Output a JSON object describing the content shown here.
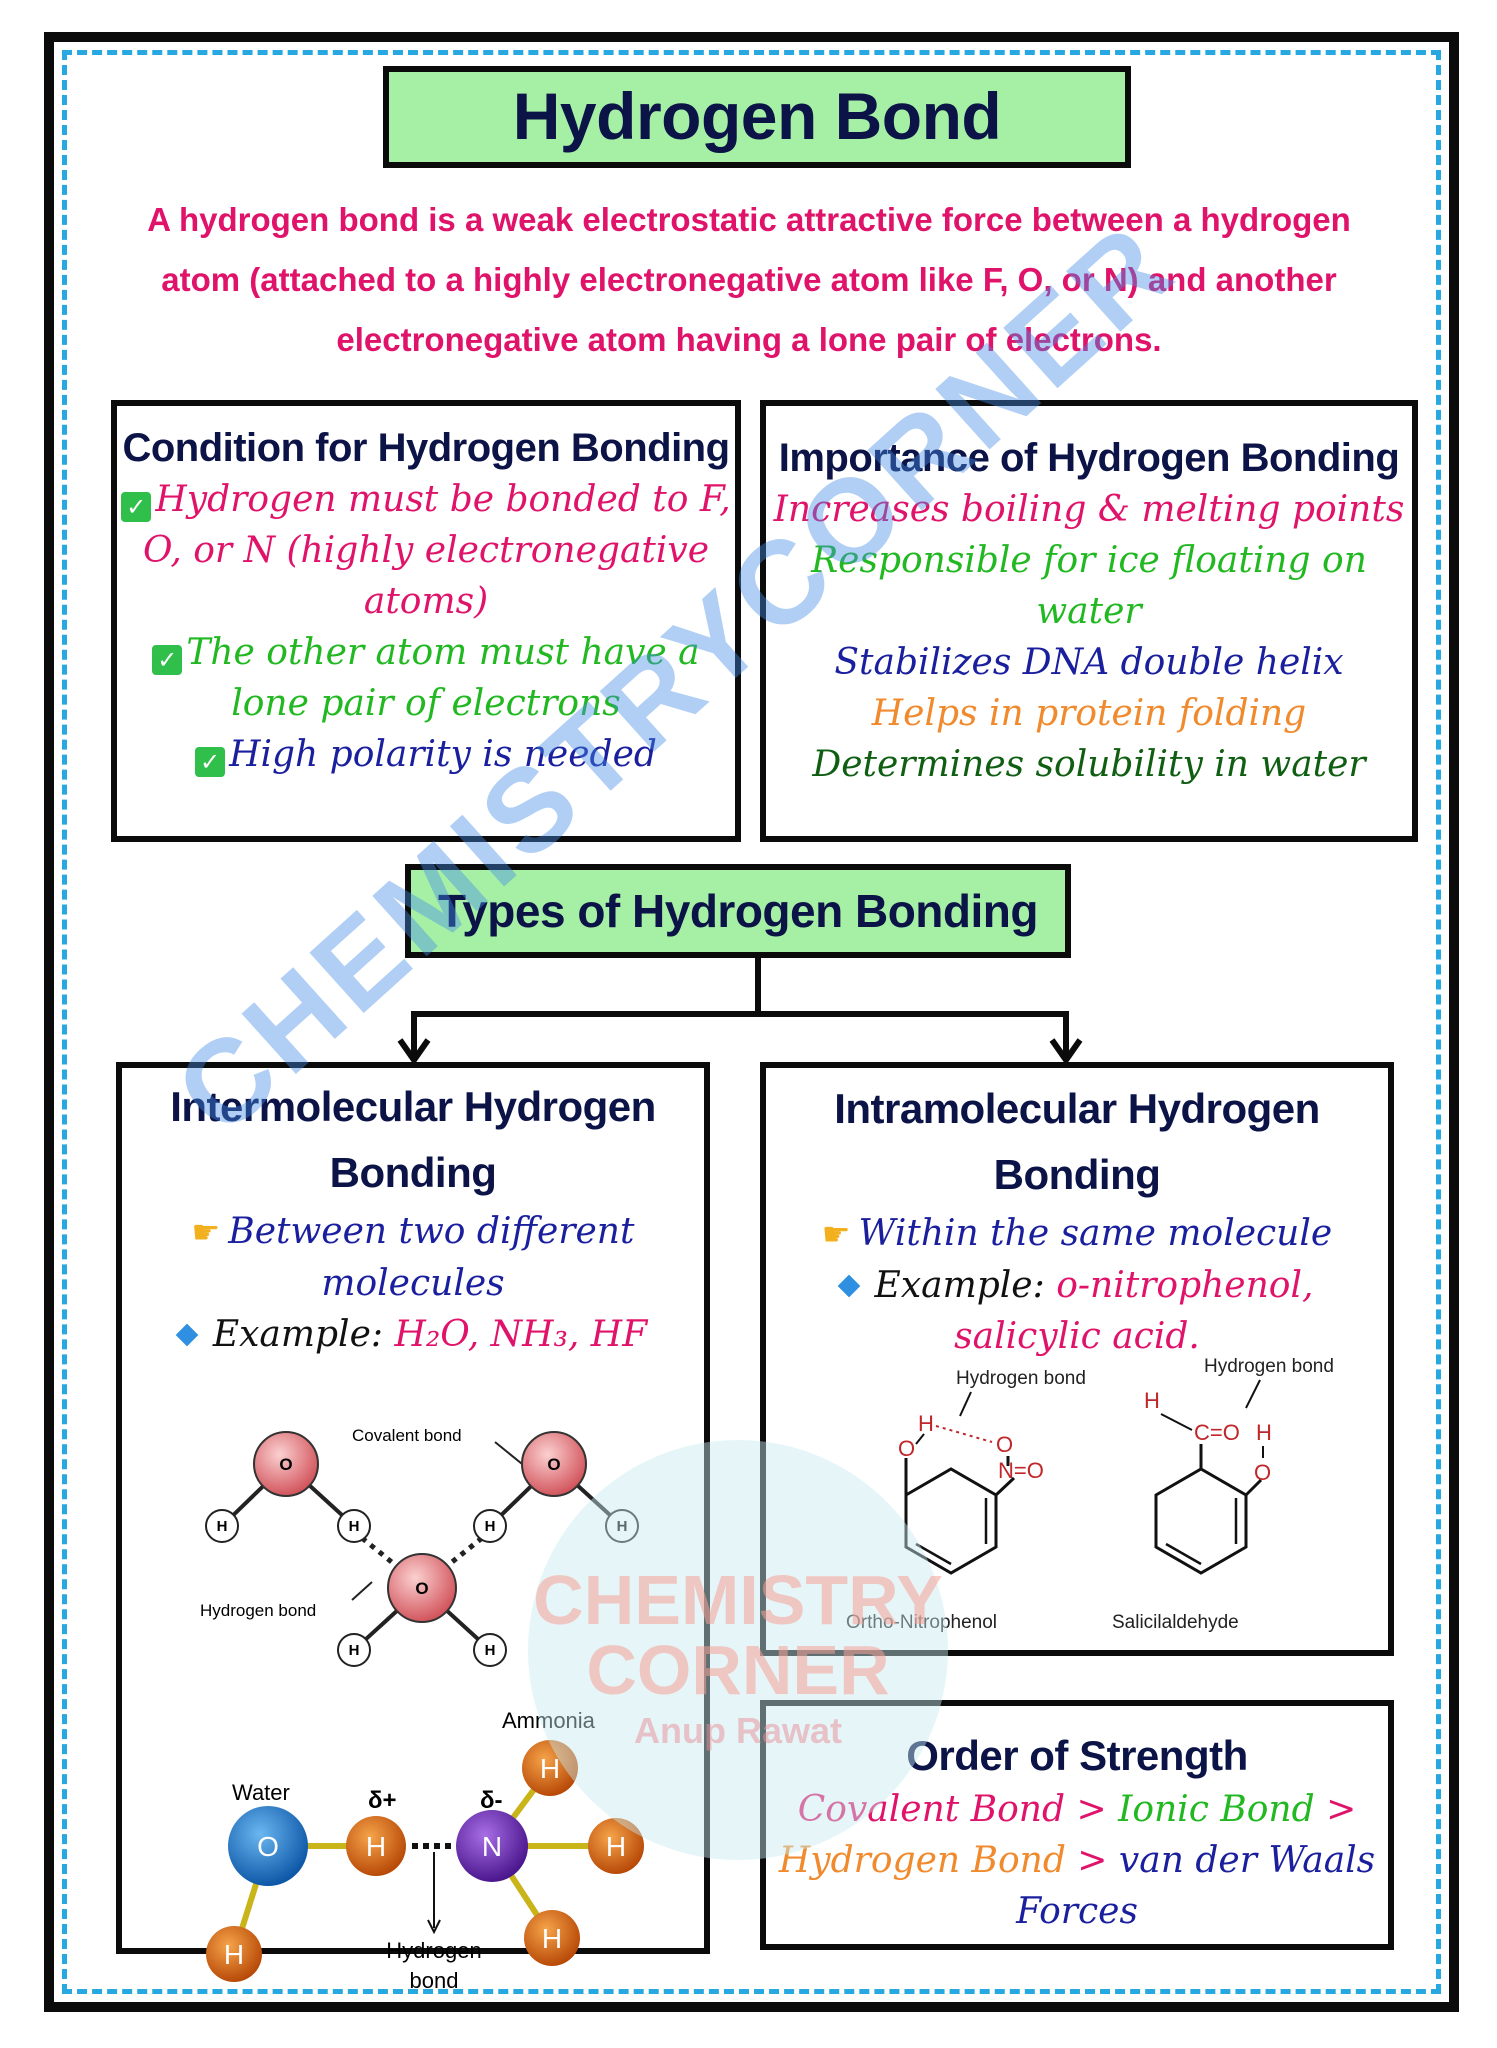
{
  "title": "Hydrogen Bond",
  "intro": [
    "A hydrogen bond is a weak electrostatic attractive force between a hydrogen",
    "atom (attached to a highly electronegative atom like F, O, or N) and another",
    "electronegative atom having a lone pair of electrons."
  ],
  "condition": {
    "heading": "Condition for Hydrogen Bonding",
    "items": [
      {
        "lines": [
          "Hydrogen must be bonded to F,",
          "O, or N (highly electronegative",
          "atoms)"
        ],
        "color": "#e0136a"
      },
      {
        "lines": [
          "The other atom must have a",
          "lone pair of electrons"
        ],
        "color": "#22b822"
      },
      {
        "lines": [
          "High polarity is needed"
        ],
        "color": "#1a1f9e"
      }
    ]
  },
  "importance": {
    "heading": "Importance of Hydrogen Bonding",
    "items": [
      {
        "text": "Increases boiling & melting points",
        "color": "#e0136a"
      },
      {
        "text": "Responsible for ice floating on",
        "color": "#22b822"
      },
      {
        "text": "water",
        "color": "#22b822"
      },
      {
        "text": "Stabilizes DNA double helix",
        "color": "#1a1f9e"
      },
      {
        "text": "Helps in protein folding",
        "color": "#f08a2c"
      },
      {
        "text": "Determines solubility in water",
        "color": "#0f5e12"
      }
    ]
  },
  "types": {
    "heading": "Types of Hydrogen Bonding",
    "inter": {
      "heading_line1": "Intermolecular Hydrogen",
      "heading_line2": "Bonding",
      "desc_line1": "Between two different",
      "desc_line2": "molecules",
      "example_label": "Example:",
      "example_value": "H₂O, NH₃, HF",
      "fig1": {
        "covalent": "Covalent bond",
        "hbond": "Hydrogen bond",
        "o": "O",
        "h": "H"
      },
      "fig2": {
        "ammonia": "Ammonia",
        "water": "Water",
        "delta_plus": "δ+",
        "delta_minus": "δ-",
        "hbond_line1": "Hydrogen",
        "hbond_line2": "bond",
        "o": "O",
        "h": "H",
        "n": "N"
      }
    },
    "intra": {
      "heading_line1": "Intramolecular Hydrogen",
      "heading_line2": "Bonding",
      "desc": "Within the same molecule",
      "example_label": "Example:",
      "example_value_line1": "o-nitrophenol,",
      "example_value_line2": "salicylic acid.",
      "fig": {
        "hbond1": "Hydrogen bond",
        "hbond2": "Hydrogen bond",
        "name1": "Ortho-Nitrophenol",
        "name2": "Salicilaldehyde",
        "no2": "N=O",
        "h": "H",
        "o": "O",
        "c": "C",
        "co": "C=O"
      }
    }
  },
  "order": {
    "heading": "Order of Strength",
    "parts": [
      {
        "text": "Covalent Bond",
        "color": "#e0136a"
      },
      {
        "text": " > ",
        "color": "#e0136a"
      },
      {
        "text": "Ionic Bond",
        "color": "#22b822"
      },
      {
        "text": " >",
        "color": "#22b822"
      },
      {
        "text": "Hydrogen Bond",
        "color": "#f08a2c"
      },
      {
        "text": " > ",
        "color": "#e0136a"
      },
      {
        "text": "van der Waals",
        "color": "#1a1f9e"
      },
      {
        "text": "Forces",
        "color": "#1a1f9e"
      }
    ]
  },
  "watermark": {
    "diagonal": "CHEMISTRYCORNER",
    "logo_line1": "CHEMISTRY",
    "logo_line2": "CORNER",
    "logo_line3": "Anup Rawat"
  },
  "colors": {
    "title_bg": "#a6f0a6",
    "border_dash": "#27a8e0",
    "pink": "#e0136a",
    "green": "#22b822",
    "navy": "#1a1f9e",
    "orange": "#f08a2c",
    "dark_green": "#0f5e12"
  }
}
